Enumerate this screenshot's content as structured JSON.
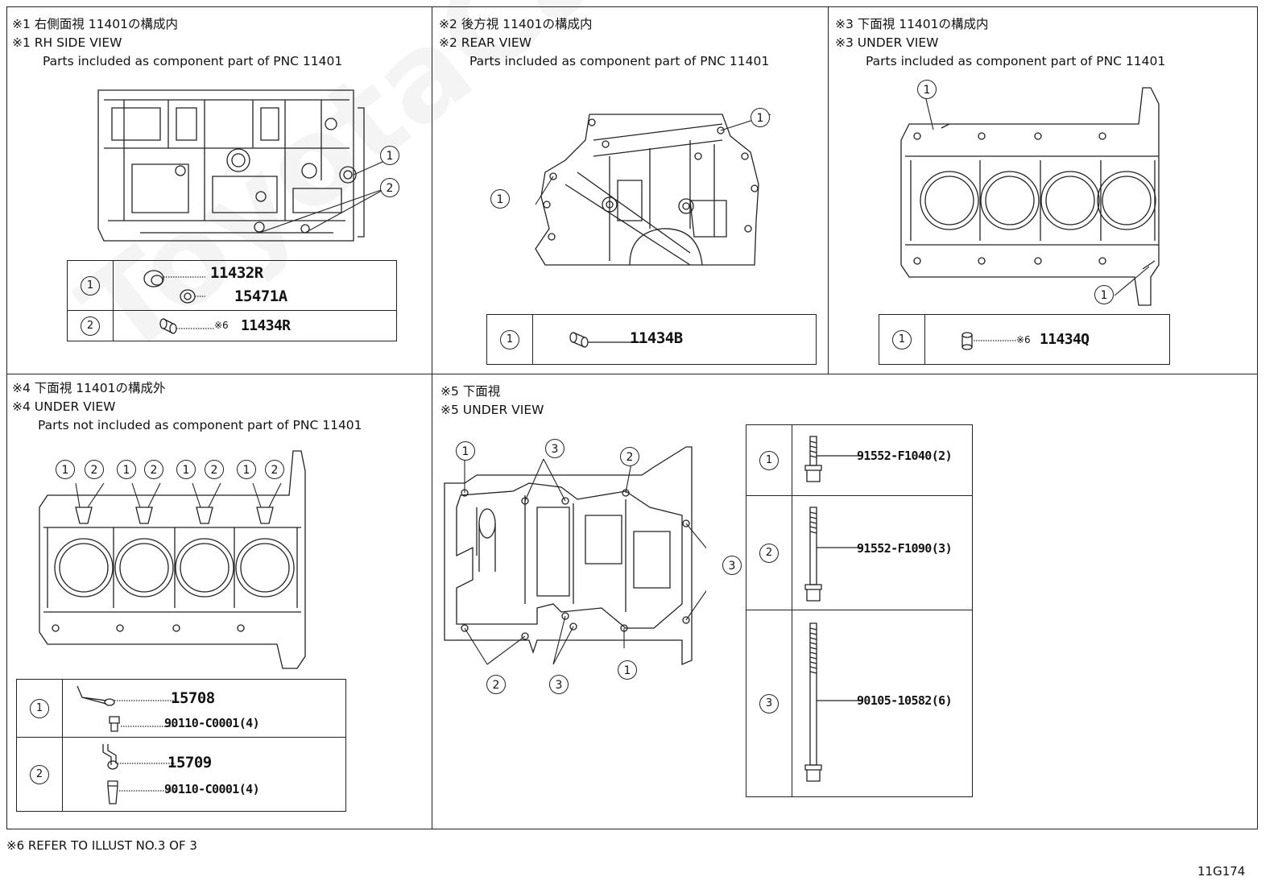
{
  "panels": {
    "p1": {
      "line1": "※1 右側面視 11401の構成内",
      "line2": "※1 RH SIDE VIEW",
      "line3": "Parts included as component part of PNC 11401",
      "rows": [
        {
          "idx": "1",
          "parts": [
            "11432R",
            "15471A"
          ]
        },
        {
          "idx": "2",
          "note": "※6",
          "parts": [
            "11434R"
          ]
        }
      ]
    },
    "p2": {
      "line1": "※2 後方視 11401の構成内",
      "line2": "※2 REAR VIEW",
      "line3": "Parts included as component part of PNC 11401",
      "rows": [
        {
          "idx": "1",
          "parts": [
            "11434B"
          ]
        }
      ]
    },
    "p3": {
      "line1": "※3 下面視 11401の構成内",
      "line2": "※3 UNDER VIEW",
      "line3": "Parts included as component part of PNC 11401",
      "rows": [
        {
          "idx": "1",
          "note": "※6",
          "parts": [
            "11434Q"
          ]
        }
      ]
    },
    "p4": {
      "line1": "※4 下面視 11401の構成外",
      "line2": "※4 UNDER VIEW",
      "line3": "Parts not included as component part of PNC 11401",
      "rows": [
        {
          "idx": "1",
          "parts": [
            "15708",
            "90110-C0001(4)"
          ]
        },
        {
          "idx": "2",
          "parts": [
            "15709",
            "90110-C0001(4)"
          ]
        }
      ]
    },
    "p5": {
      "line1": "※5 下面視",
      "line2": "※5 UNDER VIEW",
      "rows": [
        {
          "idx": "1",
          "parts": [
            "91552-F1040(2)"
          ]
        },
        {
          "idx": "2",
          "parts": [
            "91552-F1090(3)"
          ]
        },
        {
          "idx": "3",
          "parts": [
            "90105-10582(6)"
          ]
        }
      ]
    }
  },
  "callouts": {
    "one": "1",
    "two": "2",
    "three": "3"
  },
  "footer": {
    "note": "※6 REFER TO ILLUST NO.3 OF 3",
    "code": "11G174"
  },
  "watermark": "ToyotaCarMine"
}
